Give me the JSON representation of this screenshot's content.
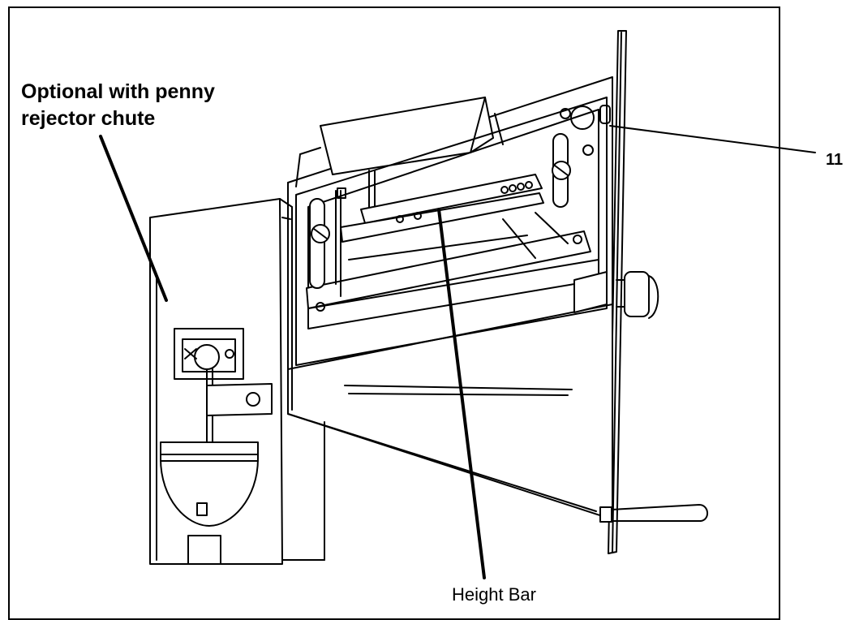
{
  "labels": {
    "optional_line1": "Optional with penny",
    "optional_line2": "rejector chute",
    "height_bar": "Height Bar",
    "callout_number": "11"
  }
}
